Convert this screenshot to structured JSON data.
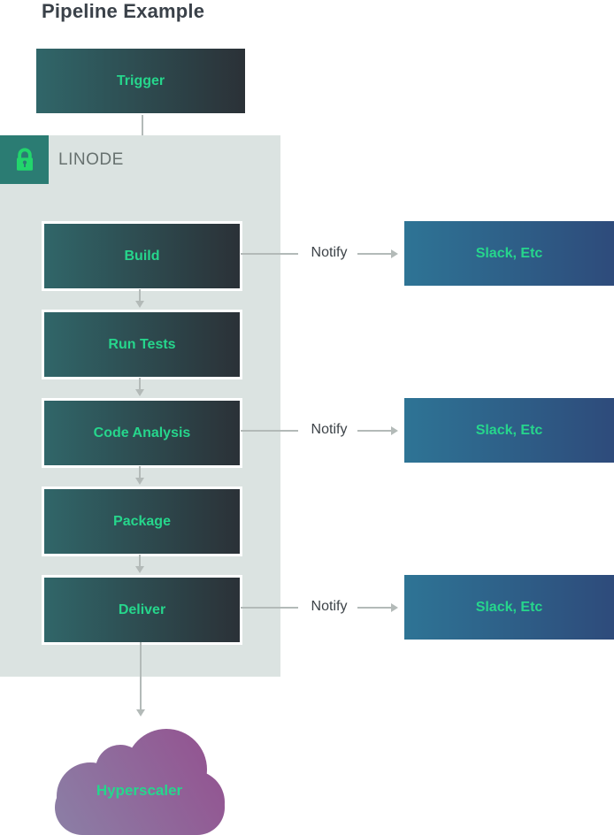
{
  "title": "Pipeline Example",
  "trigger": {
    "label": "Trigger"
  },
  "container": {
    "label": "LINODE",
    "icon": "lock-icon"
  },
  "nodes": [
    {
      "label": "Build",
      "notify": true
    },
    {
      "label": "Run Tests",
      "notify": false
    },
    {
      "label": "Code Analysis",
      "notify": true
    },
    {
      "label": "Package",
      "notify": false
    },
    {
      "label": "Deliver",
      "notify": true
    }
  ],
  "notify_rows": [
    {
      "label": "Notify",
      "target": "Slack, Etc"
    },
    {
      "label": "Notify",
      "target": "Slack, Etc"
    },
    {
      "label": "Notify",
      "target": "Slack, Etc"
    }
  ],
  "cloud": {
    "label": "Hyperscaler"
  },
  "colors": {
    "node_grad_start": "#306669",
    "node_grad_end": "#2b3137",
    "notify_grad_start": "#2e7495",
    "notify_grad_end": "#2e4b7b",
    "cloud_grad_start": "#8b80a6",
    "cloud_grad_end": "#94508f",
    "green_text": "#26d68c",
    "container_bg": "#dbe3e1",
    "lock_badge_bg": "#2b7c73",
    "lock_glyph": "#22d56c",
    "arrow": "#b3bab8",
    "title_color": "#3a4149",
    "label_color": "#3d4348",
    "linode_label_color": "#67716f"
  }
}
